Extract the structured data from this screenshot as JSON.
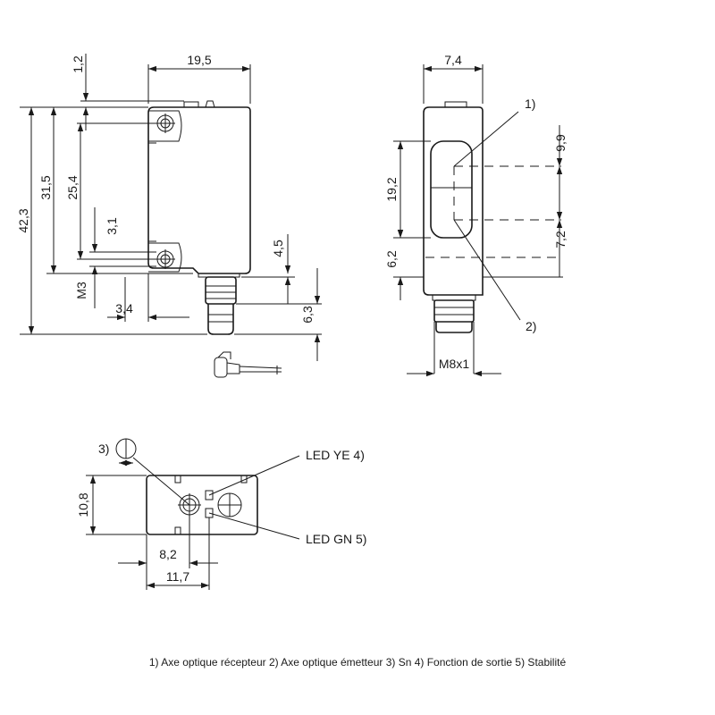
{
  "front_view": {
    "dim_width": "19,5",
    "dim_top_offset": "1,2",
    "dim_total_height": "42,3",
    "dim_body_height": "31,5",
    "dim_hole_spacing": "25,4",
    "dim_hole_offset": "3,1",
    "dim_thread": "M3",
    "dim_hole_edge": "3,4",
    "dim_connector_offset": "4,5",
    "dim_connector_length": "6,3"
  },
  "side_view": {
    "dim_width": "7,4",
    "dim_window": "19,2",
    "dim_window_bottom": "6,2",
    "dim_axis_spacing": "9,9",
    "dim_axis_bottom": "7,2",
    "connector_label": "M8x1",
    "callout_receiver": "1)",
    "callout_emitter": "2)"
  },
  "top_view": {
    "dim_height": "10,8",
    "dim_pot_offset": "8,2",
    "dim_led_offset": "11,7",
    "callout_sn": "3)",
    "led_yellow": "LED YE 4)",
    "led_green": "LED GN 5)"
  },
  "legend": "1) Axe optique récepteur  2) Axe optique émetteur  3) Sn  4) Fonction de sortie  5) Stabilité"
}
